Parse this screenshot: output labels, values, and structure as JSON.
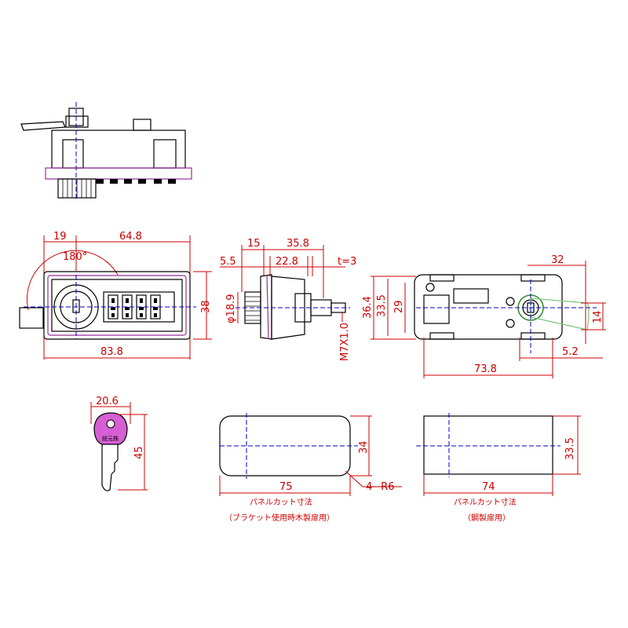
{
  "front": {
    "d19": "19",
    "d648": "64.8",
    "d180": "180°",
    "d38": "38",
    "d838": "83.8"
  },
  "side": {
    "d15": "15",
    "d358": "35.8",
    "d55": "5.5",
    "d228": "22.8",
    "dt": "t=3",
    "d189": "φ18.9",
    "dm7": "M7X1.0"
  },
  "back": {
    "d32": "32",
    "d364": "36.4",
    "d335": "33.5",
    "d29": "29",
    "d14": "14",
    "d52": "5.2",
    "d738": "73.8"
  },
  "key": {
    "d206": "20.6",
    "d45": "45",
    "brand": "総元株"
  },
  "cut1": {
    "d34": "34",
    "d75": "75",
    "r": "4−R6",
    "cap1": "パネルカット寸法",
    "cap2": "（ブラケット使用時木製扉用）"
  },
  "cut2": {
    "d335": "33.5",
    "d74": "74",
    "cap1": "パネルカット寸法",
    "cap2": "（鋼製扉用）"
  },
  "colors": {
    "dim": "#cc0000",
    "outline": "#000000",
    "center": "#0000cc",
    "lens": "#9b2d9b",
    "key_head": "#d65fd6"
  }
}
